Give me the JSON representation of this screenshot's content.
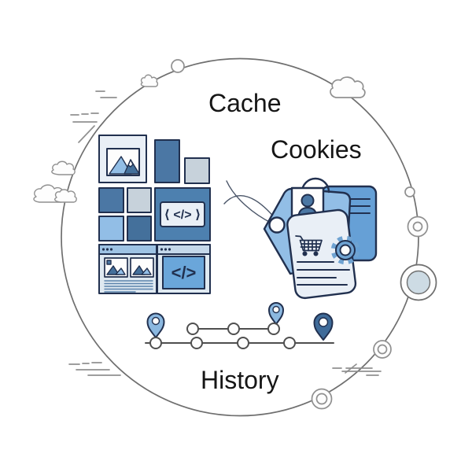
{
  "labels": {
    "cache": "Cache",
    "cookies": "Cookies",
    "history": "History"
  },
  "collage": {
    "inline_code_glyph": "⟨ </> ⟩",
    "window_code_glyph": "</>"
  },
  "icons": {
    "image_placeholder": "mountain-photo",
    "inline_code": "code-brackets",
    "person": "avatar-bust",
    "shopping_cart": "cart",
    "gear": "cogwheel",
    "location_pin": "map-pin",
    "cloud": "cloud-outline"
  },
  "palette": {
    "navy": "#21304f",
    "steel": "#4b77a4",
    "steel-dark": "#44709b",
    "sky": "#92bee6",
    "sky-light": "#a9cde9",
    "card": "#66a0d6",
    "panel": "#4d80af",
    "code-panel": "#6aa6da",
    "pale": "#dfe9f1",
    "pale-2": "#e9eff6",
    "gray-blue": "#c7d2db",
    "titlebar-1": "#9ec3e4",
    "titlebar-2": "#c5d8ea",
    "pin-light": "#8bb8e0",
    "pin-dark": "#3f6b99",
    "gear": "#6fa3d2",
    "inner-dot": "#cddbe4",
    "line-gray": "#6f6f6f",
    "deco-gray": "#909090",
    "timeline-gray": "#4f4f4f",
    "text-line": "#5a82ab",
    "ink": "#161616"
  }
}
